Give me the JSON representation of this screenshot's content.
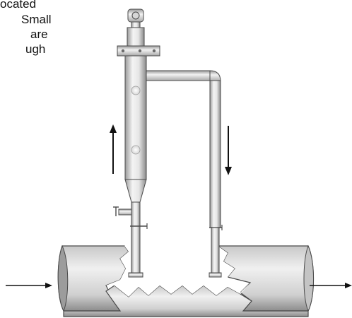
{
  "caption": {
    "lines": [
      "ocated",
      "Small",
      "are",
      "ugh"
    ]
  },
  "colors": {
    "pipe_light": "#f2f2f2",
    "pipe_dark": "#8e8e8e",
    "outline": "#4a4a4a",
    "arrow": "#111111",
    "background": "#ffffff"
  },
  "icons": {
    "transmitter": "transmitter-icon",
    "valve": "valve-icon",
    "flow_arrow": "arrow-icon"
  }
}
